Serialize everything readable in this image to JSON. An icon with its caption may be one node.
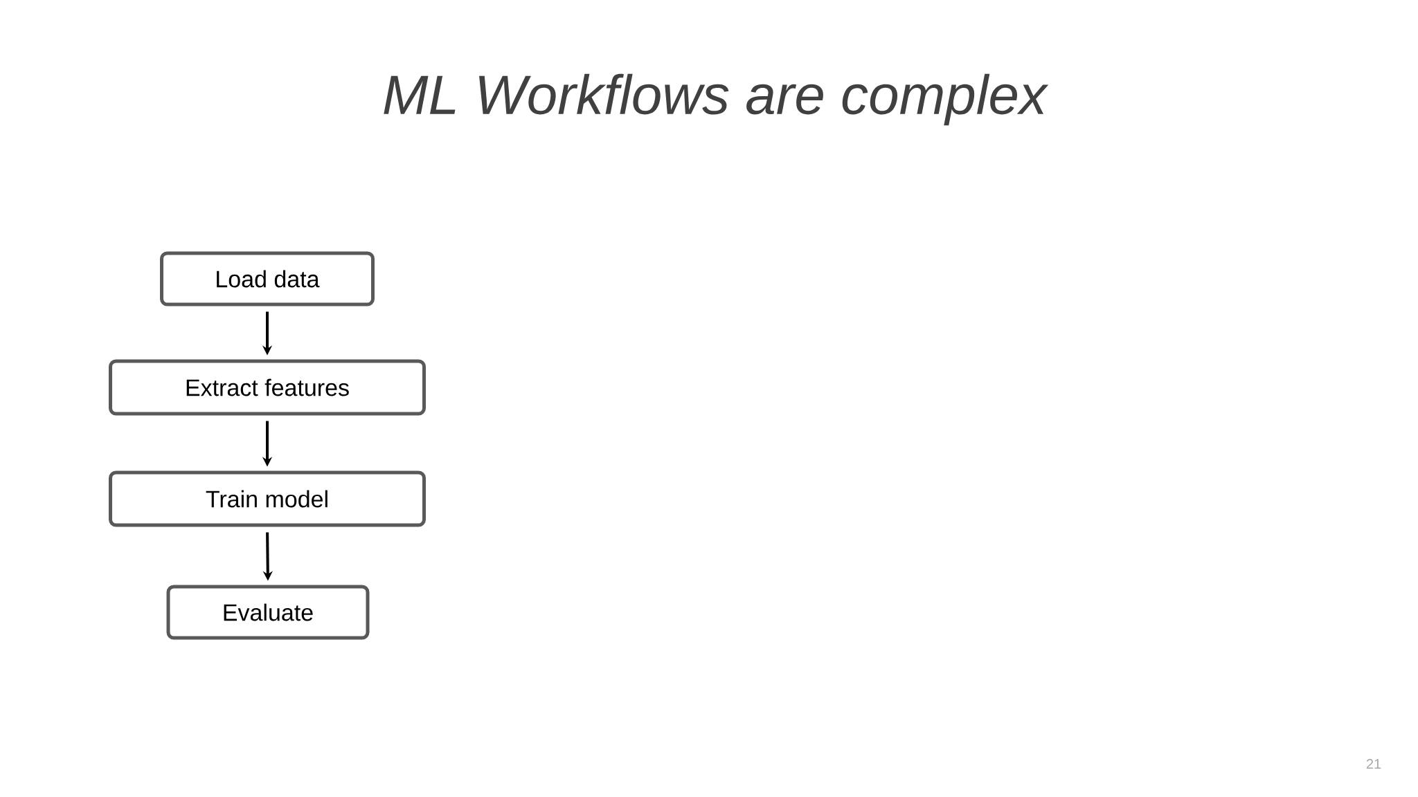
{
  "diagram": {
    "title": "ML Workflows are complex",
    "nodes": [
      {
        "text": [
          "Load data"
        ]
      },
      {
        "text": [
          "Extract features"
        ]
      },
      {
        "text": [
          "Train model"
        ]
      },
      {
        "text": [
          "Evaluate"
        ]
      }
    ],
    "edges": [
      {
        "from": 0,
        "to": 1,
        "arrow": "to"
      },
      {
        "from": 1,
        "to": 2,
        "arrow": "to"
      },
      {
        "from": 2,
        "to": 3,
        "arrow": "to"
      }
    ],
    "labels": [
      "21"
    ]
  }
}
